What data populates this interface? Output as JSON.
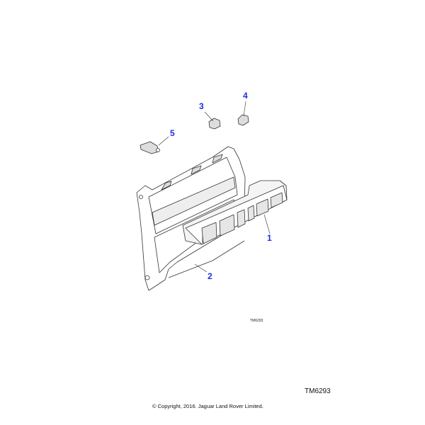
{
  "diagram": {
    "callouts": [
      {
        "label": "1",
        "part": "control-panel"
      },
      {
        "label": "2",
        "part": "bezel"
      },
      {
        "label": "3",
        "part": "clip-a"
      },
      {
        "label": "4",
        "part": "clip-b"
      },
      {
        "label": "5",
        "part": "bracket"
      }
    ],
    "ref_small": "TM6293",
    "ref_large": "TM6293",
    "copyright": "© Copyright, 2016. Jaguar Land Rover Limited.",
    "callout_color": "#1a2ee8"
  }
}
